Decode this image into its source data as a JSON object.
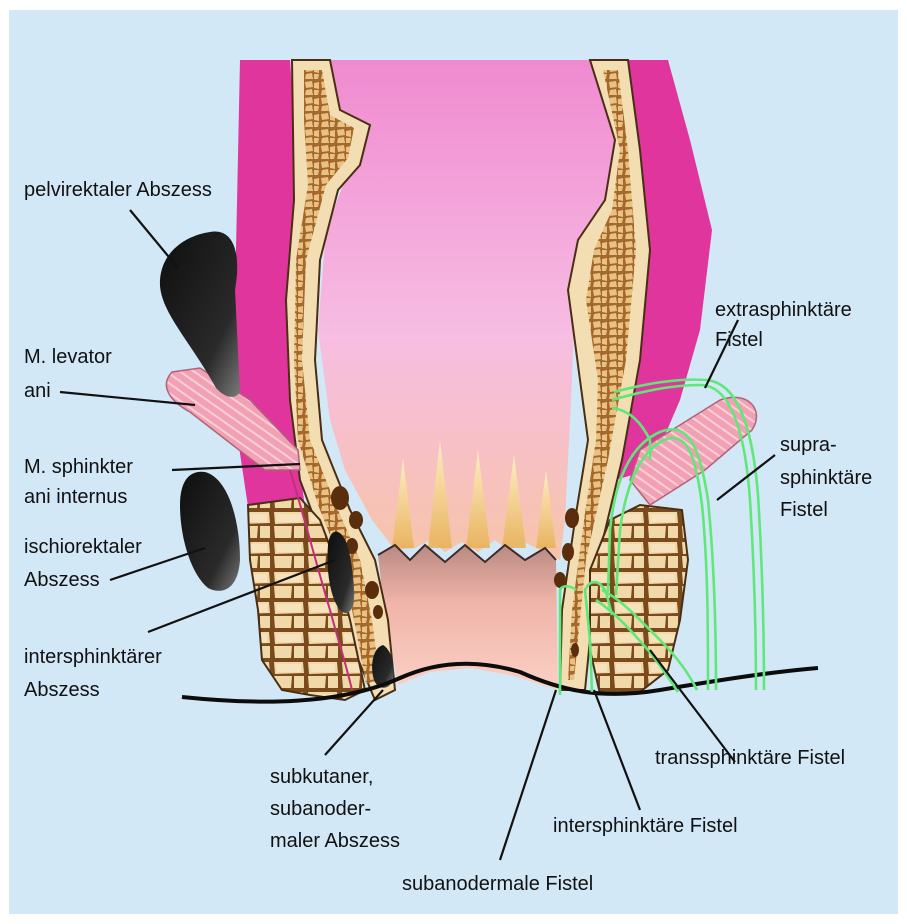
{
  "labels": {
    "pelvirektaler": "pelvirektaler Abszess",
    "levator_1": "M. levator",
    "levator_2": "ani",
    "sphinkter_1": "M. sphinkter",
    "sphinkter_2": "ani internus",
    "ischiorektaler_1": "ischiorektaler",
    "ischiorektaler_2": "Abszess",
    "intersphinkt_abszess_1": "intersphinktärer",
    "intersphinkt_abszess_2": "Abszess",
    "subkutaner_1": "subkutaner,",
    "subkutaner_2": "subanoder-",
    "subkutaner_3": "maler Abszess",
    "subanodermale_fistel": "subanodermale Fistel",
    "intersphinkt_fistel": "intersphinktäre Fistel",
    "transsphinkt_fistel": "transsphinktäre Fistel",
    "extrasphinkt_1": "extrasphinktäre",
    "extrasphinkt_2": "Fistel",
    "suprasphinkt_1": "supra-",
    "suprasphinkt_2": "sphinktäre",
    "suprasphinkt_3": "Fistel"
  },
  "colors": {
    "background": "#d2e8f7",
    "rectal_wall": "#e0359c",
    "mucosa": "#f6b0dc",
    "muscle_brown": "#a6672c",
    "muscle_light": "#f3ddb2",
    "abscess": "#1c1c1c",
    "fistula": "#5fe878",
    "levator": "#f08ea8"
  }
}
